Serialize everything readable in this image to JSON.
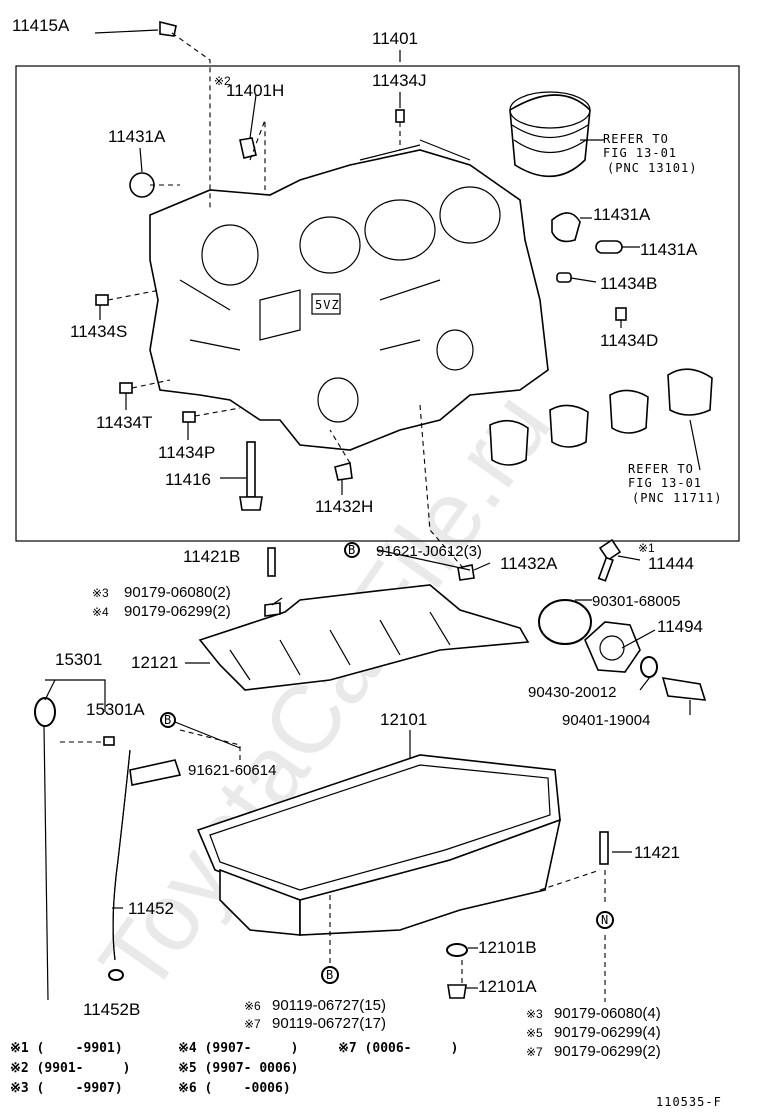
{
  "diagram_id": "110535-F",
  "parts": {
    "p11415A": "11415A",
    "p11401": "11401",
    "p11401H": "11401H",
    "p11434J": "11434J",
    "p11431A_1": "11431A",
    "p11431A_2": "11431A",
    "p11431A_3": "11431A",
    "p11434B": "11434B",
    "p11434D": "11434D",
    "p11434S": "11434S",
    "p11434T": "11434T",
    "p11434P": "11434P",
    "p11416": "11416",
    "p11432H": "11432H",
    "p11421B": "11421B",
    "p91621J": "91621-J0612(3)",
    "p11432A": "11432A",
    "p11444": "11444",
    "p90179a": "90179-06080(2)",
    "p90179b": "90179-06299(2)",
    "p90301": "90301-68005",
    "p11494": "11494",
    "p15301": "15301",
    "p12121": "12121",
    "p90430": "90430-20012",
    "p15301A": "15301A",
    "p90401": "90401-19004",
    "p12101": "12101",
    "p91621_6": "91621-60614",
    "p11421": "11421",
    "p11452": "11452",
    "p12101B": "12101B",
    "p12101A": "12101A",
    "p11452B": "11452B",
    "p90119a": "90119-06727(15)",
    "p90119b": "90119-06727(17)",
    "p90179c": "90179-06080(4)",
    "p90179d": "90179-06299(4)",
    "p90179e": "90179-06299(2)"
  },
  "marks": {
    "m2": "※2",
    "m1": "※1",
    "m3": "※3",
    "m4": "※4",
    "m6": "※6",
    "m7": "※7",
    "m3b": "※3",
    "m5": "※5",
    "m7b": "※7"
  },
  "circled": {
    "B": "B",
    "N": "N"
  },
  "refer": {
    "r1_line1": "REFER TO",
    "r1_line2": "FIG 13-01",
    "r1_line3": "(PNC 13101)",
    "r2_line1": "REFER TO",
    "r2_line2": "FIG 13-01",
    "r2_line3": "(PNC 11711)"
  },
  "legend": {
    "l1": "※1 (    -9901)",
    "l2": "※2 (9901-     )",
    "l3": "※3 (    -9907)",
    "l4": "※4 (9907-     )",
    "l5": "※5 (9907- 0006)",
    "l6": "※6 (    -0006)",
    "l7": "※7 (0006-     )"
  },
  "watermark": "ToyotaCarFile.ru"
}
